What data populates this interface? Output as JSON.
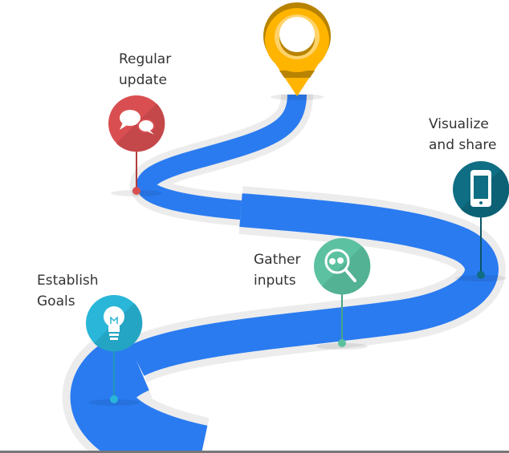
{
  "milestones": [
    {
      "line1": "Establish",
      "line2": "Goals",
      "icon": "lightbulb-icon",
      "color": "#29b6d8"
    },
    {
      "line1": "Gather",
      "line2": "inputs",
      "icon": "magnifier-icon",
      "color": "#5cc1a0"
    },
    {
      "line1": "Visualize",
      "line2": "and share",
      "icon": "smartphone-icon",
      "color": "#0f6e84"
    },
    {
      "line1": "Regular",
      "line2": "update",
      "icon": "chat-bubbles-icon",
      "color": "#d94f51"
    }
  ],
  "colors": {
    "road": "#2a7bf0",
    "road_edge": "#ececec",
    "goal_pin": "#ffb400"
  }
}
